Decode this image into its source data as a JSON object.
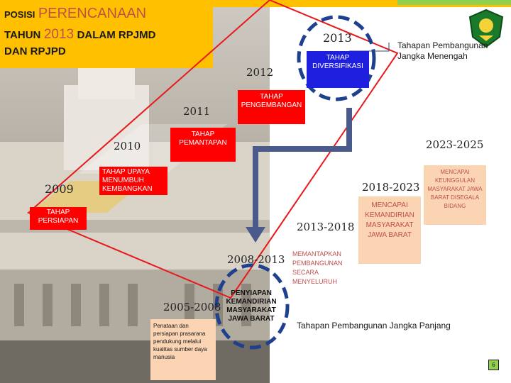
{
  "header": {
    "posisi": "POSISI",
    "perencanaan": "PERENCANAAN",
    "tahun": "TAHUN",
    "tahun_val": "2013",
    "dalam": "DALAM RPJMD",
    "dan": "DAN RPJPD"
  },
  "years": {
    "y2013": "2013",
    "y2012": "2012",
    "y2011": "2011",
    "y2010": "2010",
    "y2009": "2009"
  },
  "stages": {
    "diversifikasi": "TAHAP DIVERSIFIKASI",
    "pengembangan": "TAHAP PENGEMBANGAN",
    "pemantapan": "TAHAP PEMANTAPAN",
    "upaya": "TAHAP UPAYA MENUMBUH KEMBANGKAN",
    "persiapan": "TAHAP PERSIAPAN"
  },
  "medium_term_label": "Tahapan Pembangunan Jangka Menengah",
  "long_term_label": "Tahapan Pembangunan Jangka Panjang",
  "periods": {
    "p2023_2025": "2023-2025",
    "p2018_2023": "2018-2023",
    "p2013_2018": "2013-2018",
    "p2008_2013": "2008-2013",
    "p2005_2008": "2005-2008"
  },
  "goals": {
    "g2005": "Penataan dan persiapan prasarana pendukung melalui kualitas sumber daya manusia",
    "g2008": "PENYIAPAN KEMANDIRIAN MASYARAKAT JAWA BARAT",
    "g2013": "MEMANTAPKAN PEMBANGUNAN SECARA MENYELURUH",
    "g2018": "MENCAPAI KEMANDIRIAN MASYARAKAT JAWA BARAT",
    "g2023": "MENCAPAI KEUNGGULAN MASYARAKAT JAWA BARAT DISEGALA BIDANG"
  },
  "page_number": "6",
  "colors": {
    "gold": "#ffc000",
    "green": "#92d050",
    "red": "#ff0000",
    "blue": "#1f1fe0",
    "peach": "#fbd4b4",
    "darkblue": "#1f3f8f"
  }
}
